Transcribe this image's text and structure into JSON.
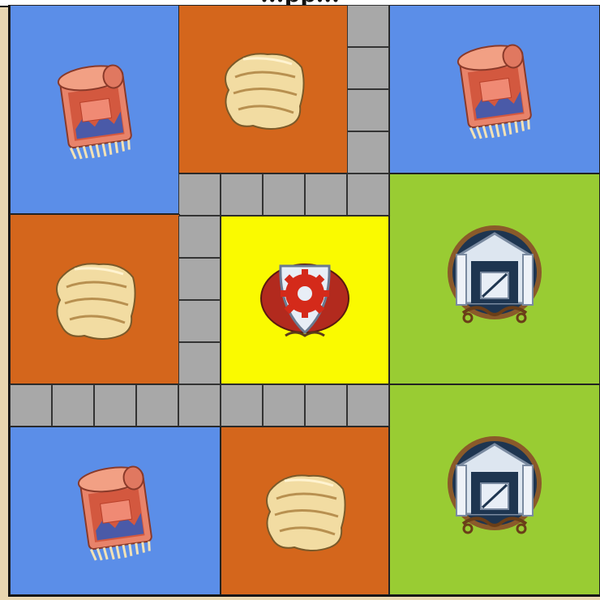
{
  "title": "...pp...",
  "colors": {
    "background": "#e8d6b0",
    "blue_zone": "#5b8ee8",
    "orange_zone": "#d4661c",
    "green_zone": "#99cc33",
    "yellow_zone": "#fafa00",
    "road": "#a8a8a8"
  },
  "tiles": [
    {
      "id": "carpet-1",
      "kind": "carpet",
      "zone": "blue"
    },
    {
      "id": "cloth-1",
      "kind": "cloth",
      "zone": "orange"
    },
    {
      "id": "carpet-2",
      "kind": "carpet",
      "zone": "blue"
    },
    {
      "id": "cloth-2",
      "kind": "cloth",
      "zone": "orange"
    },
    {
      "id": "gear-shield",
      "kind": "settings-shield",
      "zone": "yellow"
    },
    {
      "id": "warehouse-1",
      "kind": "warehouse",
      "zone": "green"
    },
    {
      "id": "carpet-3",
      "kind": "carpet",
      "zone": "blue"
    },
    {
      "id": "cloth-3",
      "kind": "cloth",
      "zone": "orange"
    },
    {
      "id": "warehouse-2",
      "kind": "warehouse",
      "zone": "green"
    }
  ]
}
